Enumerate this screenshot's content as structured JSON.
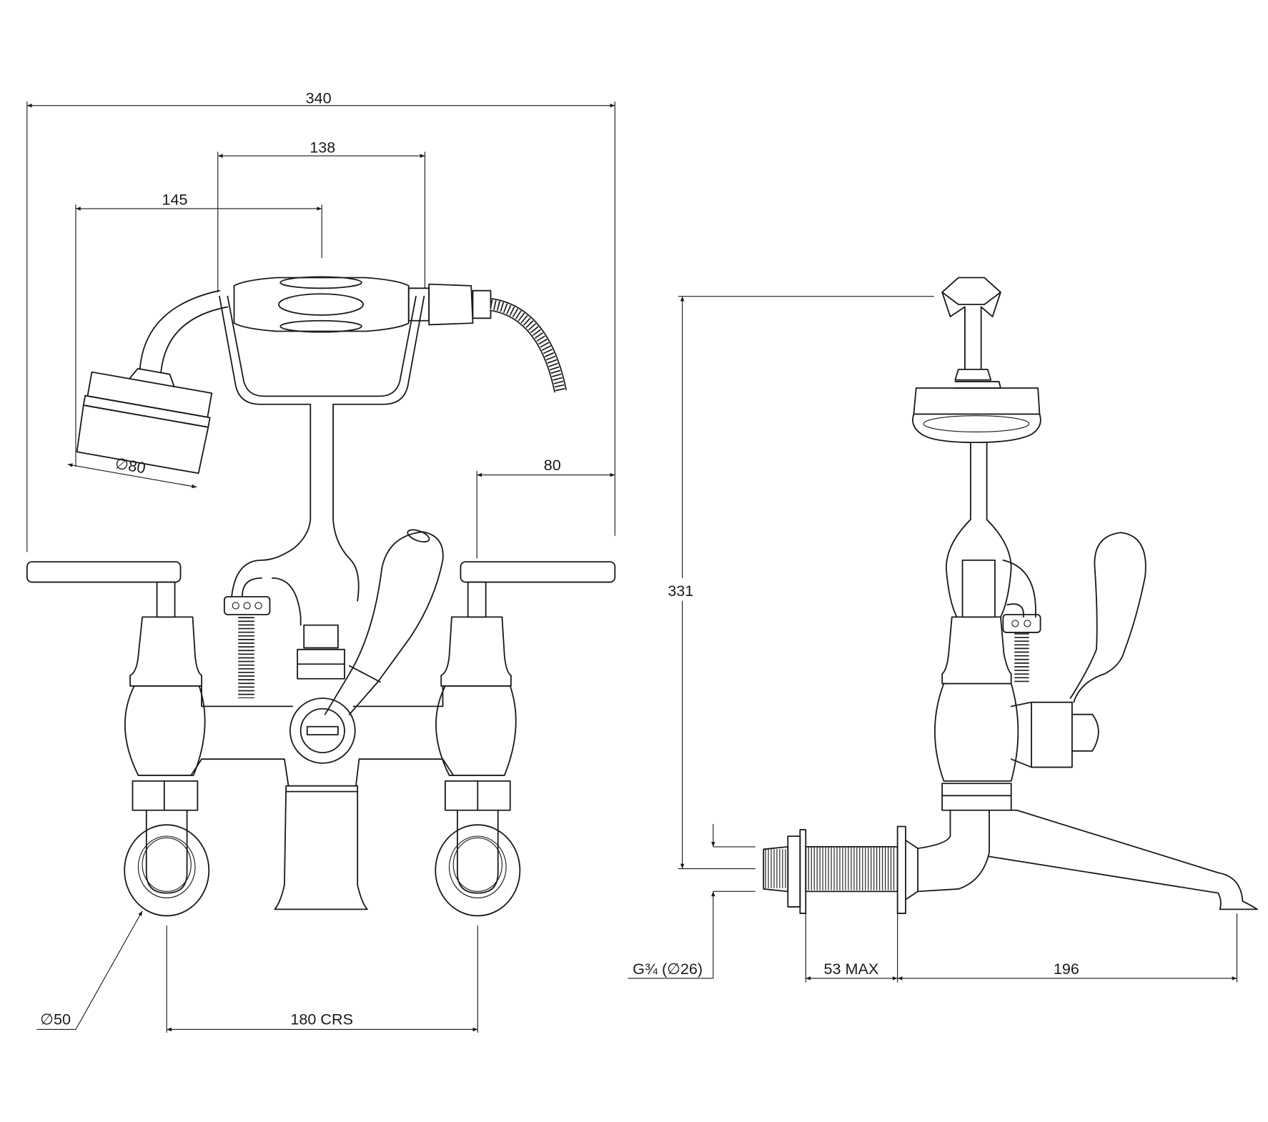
{
  "drawing": {
    "front_view": {
      "dim_overall_width": "340",
      "dim_cradle_width": "138",
      "dim_handset_offset": "145",
      "dim_shower_head_diameter": "∅80",
      "dim_lever_length": "80",
      "dim_flange_diameter": "∅50",
      "dim_centres": "180 CRS"
    },
    "side_view": {
      "dim_height": "331",
      "dim_thread": "G¾ (∅26)",
      "dim_wall_depth": "53 MAX",
      "dim_spout_projection": "196"
    },
    "colors": {
      "line": "#1a1a1a",
      "background": "#ffffff"
    }
  }
}
